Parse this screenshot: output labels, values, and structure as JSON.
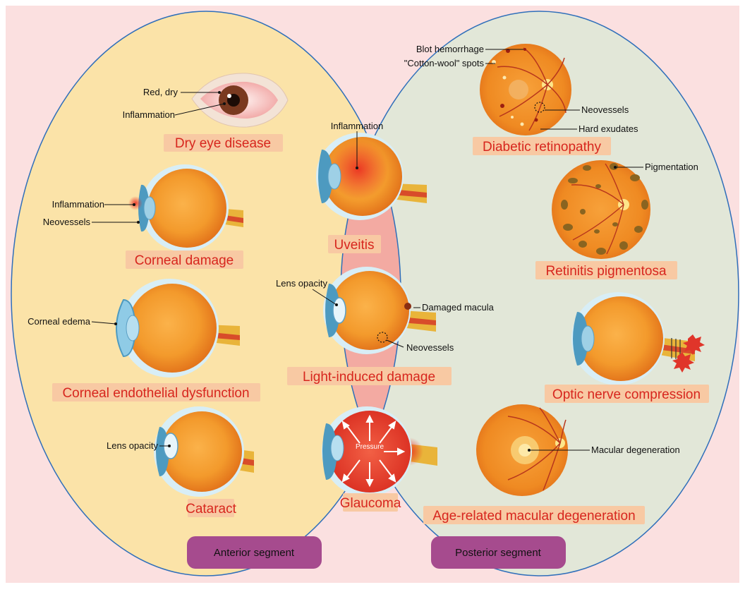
{
  "colors": {
    "background": "#fbe0e0",
    "anterior_fill": "#fbe3a8",
    "posterior_fill": "#e2e7d8",
    "overlap_fill": "#f3aaa2",
    "circle_stroke": "#2f6fba",
    "title_bg": "#f8c9a3",
    "title_text": "#d7261e",
    "segment_button": "#a64b8e"
  },
  "segments": {
    "anterior": "Anterior segment",
    "posterior": "Posterior segment"
  },
  "diseases": {
    "dry_eye": {
      "title": "Dry eye disease",
      "labels": {
        "red_dry": "Red, dry",
        "inflammation": "Inflammation"
      }
    },
    "corneal_damage": {
      "title": "Corneal damage",
      "labels": {
        "inflammation": "Inflammation",
        "neovessels": "Neovessels"
      }
    },
    "corneal_endothelial": {
      "title": "Corneal endothelial dysfunction",
      "labels": {
        "corneal_edema": "Corneal edema"
      }
    },
    "cataract": {
      "title": "Cataract",
      "labels": {
        "lens_opacity": "Lens opacity"
      }
    },
    "uveitis": {
      "title": "Uveitis",
      "labels": {
        "inflammation": "Inflammation"
      }
    },
    "light_induced": {
      "title": "Light-induced damage",
      "labels": {
        "lens_opacity": "Lens opacity",
        "damaged_macula": "Damaged macula",
        "neovessels": "Neovessels"
      }
    },
    "glaucoma": {
      "title": "Glaucoma",
      "labels": {
        "pressure": "Pressure"
      }
    },
    "diabetic_retinopathy": {
      "title": "Diabetic retinopathy",
      "labels": {
        "blot_hemorrhage": "Blot hemorrhage",
        "cotton_wool": "\"Cotton-wool\" spots",
        "neovessels": "Neovessels",
        "hard_exudates": "Hard exudates"
      }
    },
    "retinitis_pigmentosa": {
      "title": "Retinitis pigmentosa",
      "labels": {
        "pigmentation": "Pigmentation"
      }
    },
    "optic_nerve": {
      "title": "Optic nerve compression"
    },
    "amd": {
      "title": "Age-related macular degeneration",
      "labels": {
        "macular_degeneration": "Macular degeneration"
      }
    }
  }
}
